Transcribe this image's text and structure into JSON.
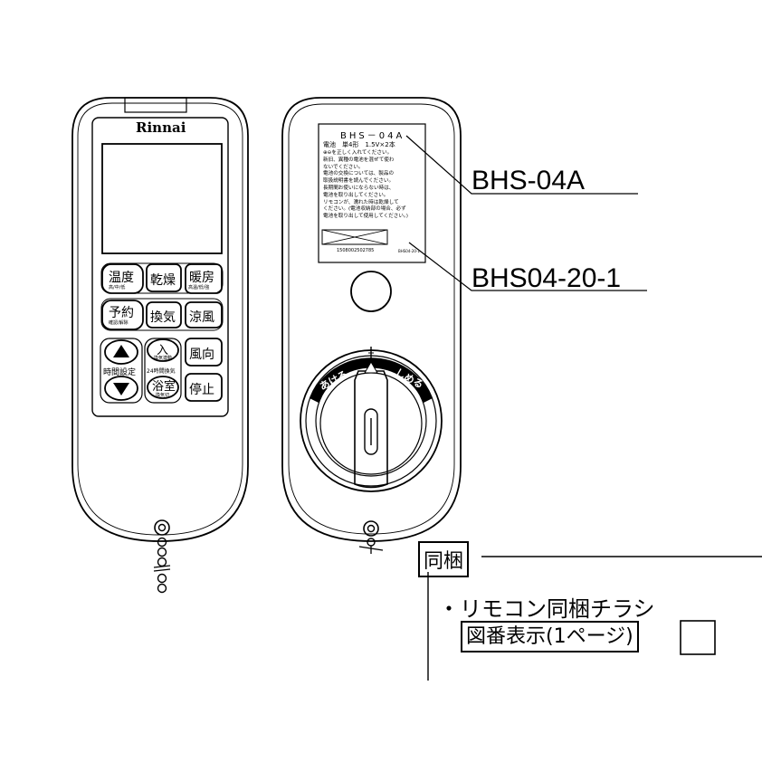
{
  "remote": {
    "brand": "Rinnai",
    "buttons": {
      "onndo": "温度",
      "onndo_sub": "高/中/低",
      "kansou": "乾燥",
      "danbou": "暖房",
      "danbou_sub": "高温/低/強",
      "yoyaku": "予約",
      "yoyaku_sub": "確認/解除",
      "kanki": "換気",
      "ryoufuu": "涼風",
      "jikan_settei": "時間設定",
      "iri": "入",
      "iri_sub": "換気連動",
      "jikan24": "24時間換気",
      "yokushitsu": "浴室",
      "yokushitsu_sub": "換気切",
      "fuukou": "風向",
      "teishi": "停止"
    }
  },
  "back_label": {
    "model": "BHS－04A",
    "battery": "電池　単4形　1.5V×2本",
    "lines": [
      "⊕⊖を正しく入れてください。",
      "新旧、異種の電池を混ぜて使わ",
      "ないでください。",
      "電池の交換については、製品の",
      "取扱説明書を読んでください。",
      "長期間お使いにならない時は、",
      "電池を取り出してください。",
      "リモコンが、濡れた時は乾燥して",
      "ください。(電池収納部の場合、必ず",
      "電池を取り出して使用してください。)"
    ],
    "barcode": "1508002502785",
    "code_small": "BHS04-20-1"
  },
  "dial": {
    "open_label": "あける",
    "close_label": "しめる"
  },
  "callouts": {
    "model": "BHS-04A",
    "label_part": "BHS04-20-1"
  },
  "bundle": {
    "title": "同梱",
    "item": "・リモコン同梱チラシ",
    "ref": "図番表示(1ページ)"
  }
}
